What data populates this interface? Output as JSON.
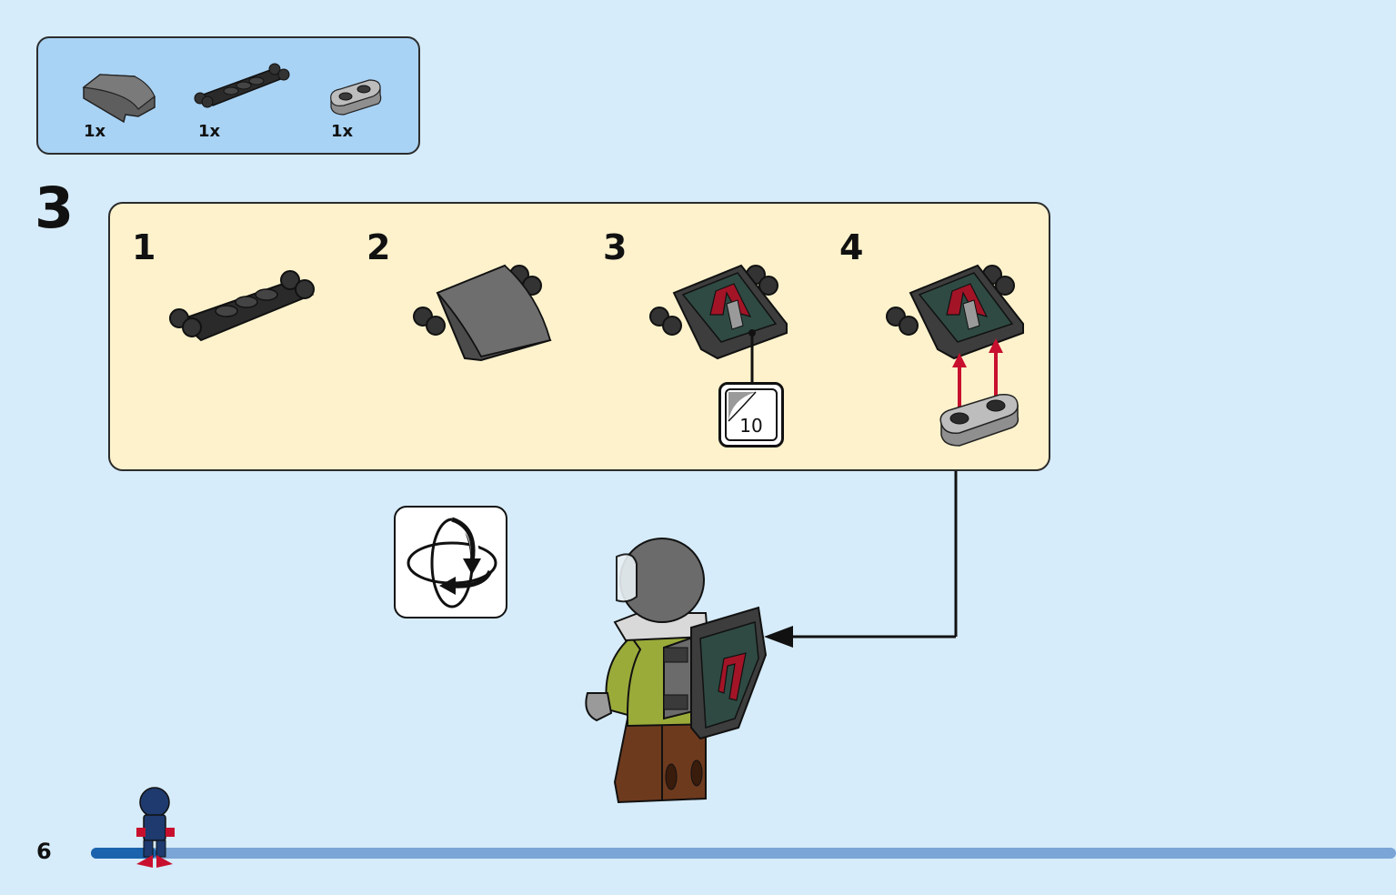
{
  "parts_list": {
    "items": [
      {
        "name": "curved-slope-dark-gray",
        "qty": "1x"
      },
      {
        "name": "plate-with-clips-black",
        "qty": "1x"
      },
      {
        "name": "plate-1x2-light-gray",
        "qty": "1x"
      }
    ]
  },
  "step": {
    "number": "3",
    "substeps": [
      {
        "number": "1"
      },
      {
        "number": "2"
      },
      {
        "number": "3"
      },
      {
        "number": "4"
      }
    ],
    "sticker": {
      "number": "10"
    }
  },
  "rotate_icon": "rotate-model-icon",
  "page": {
    "number": "6",
    "progress": 0.05
  },
  "colors": {
    "background": "#d6ecfa",
    "parts_box": "#a9d3f5",
    "substeps_box": "#fdf2cc",
    "arrow_red": "#c8102e",
    "progress_track": "#7aa5d6",
    "progress_fill": "#1b64ad"
  }
}
